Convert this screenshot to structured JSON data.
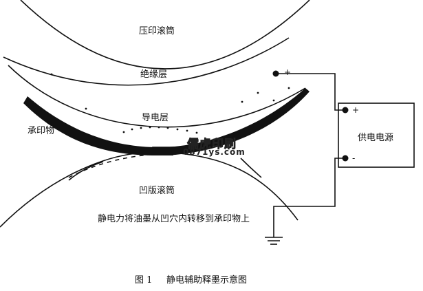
{
  "labels": {
    "pressure_roller": "压印滚筒",
    "insulation_layer": "绝缘层",
    "conductive_layer": "导电层",
    "substrate": "承印物",
    "power_supply": "供电电源",
    "gravure_cylinder": "凹版滚筒",
    "description": "静电力将油墨从凹穴内转移到承印物上"
  },
  "caption": {
    "number": "图 1",
    "title": "静电辅助释墨示意图"
  },
  "watermark": {
    "brand": "儒虎印刷",
    "site": "0871ys.com"
  },
  "terminals": {
    "roller_sign": "+",
    "supply_top_sign": "+",
    "supply_bottom_sign": "-"
  }
}
